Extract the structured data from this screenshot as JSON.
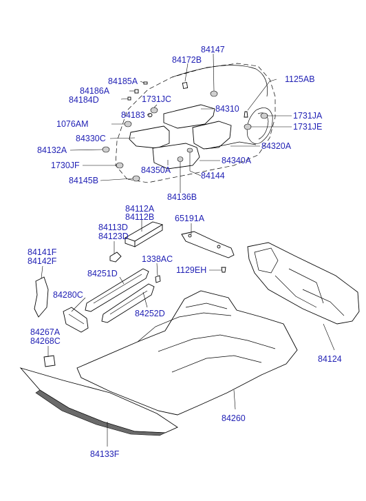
{
  "labels": {
    "p84147": "84147",
    "p84172B": "84172B",
    "p84185A": "84185A",
    "p1125AB": "1125AB",
    "p84186A": "84186A",
    "p84184D": "84184D",
    "p1731JC": "1731JC",
    "p84310": "84310",
    "p84183": "84183",
    "p1731JA": "1731JA",
    "p1076AM": "1076AM",
    "p1731JE": "1731JE",
    "p84330C": "84330C",
    "p84320A": "84320A",
    "p84132A": "84132A",
    "p84340A": "84340A",
    "p1730JF": "1730JF",
    "p84350A": "84350A",
    "p84144": "84144",
    "p84145B": "84145B",
    "p84136B": "84136B",
    "p84112A": "84112A",
    "p84112B": "84112B",
    "p65191A": "65191A",
    "p84113D": "84113D",
    "p84123D": "84123D",
    "p84141F": "84141F",
    "p84142F": "84142F",
    "p1338AC": "1338AC",
    "p1129EH": "1129EH",
    "p84251D": "84251D",
    "p84280C": "84280C",
    "p84252D": "84252D",
    "p84267A": "84267A",
    "p84268C": "84268C",
    "p84124": "84124",
    "p84260": "84260",
    "p84133F": "84133F"
  },
  "colors": {
    "label_text": "#1f1fb4",
    "line_art": "#000000",
    "background": "#ffffff"
  }
}
